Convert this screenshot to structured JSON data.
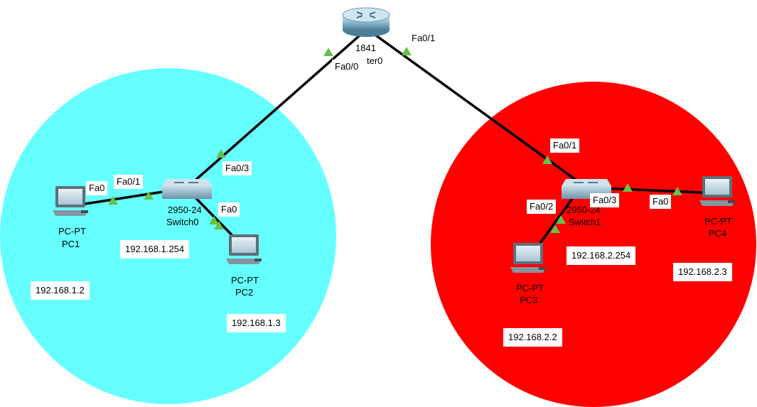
{
  "zones": {
    "lan1": {
      "color": "#66ffff"
    },
    "lan2": {
      "color": "#ff0000"
    }
  },
  "link_color": "#000000",
  "port_indicator_color": "#66c24a",
  "devices": {
    "router": {
      "model": "1841",
      "name": "ter0",
      "icon": "router-icon"
    },
    "switch0": {
      "model": "2950-24",
      "name": "Switch0",
      "icon": "switch-icon"
    },
    "switch1": {
      "model": "2950-24",
      "name": "Switch1",
      "icon": "switch-icon"
    },
    "pc1": {
      "model": "PC-PT",
      "name": "PC1",
      "icon": "desktop-pc-icon"
    },
    "pc2": {
      "model": "PC-PT",
      "name": "PC2",
      "icon": "desktop-pc-icon"
    },
    "pc3": {
      "model": "PC-PT",
      "name": "PC3",
      "icon": "desktop-pc-icon"
    },
    "pc4": {
      "model": "PC-PT",
      "name": "PC4",
      "icon": "desktop-pc-icon"
    }
  },
  "ports": {
    "router_left": "Fa0/0",
    "router_right": "Fa0/1",
    "sw0_up": "Fa0/3",
    "sw0_left": "Fa0/1",
    "pc1": "Fa0",
    "pc2": "Fa0",
    "sw1_up": "Fa0/1",
    "sw1_left": "Fa0/2",
    "sw1_right": "Fa0/3",
    "pc4": "Fa0"
  },
  "ips": {
    "sw0": "192.168.1.254",
    "pc1": "192.168.1.2",
    "pc2": "192.168.1.3",
    "sw1": "192.168.2.254",
    "pc3": "192.168.2.2",
    "pc4": "192.168.2.3"
  }
}
